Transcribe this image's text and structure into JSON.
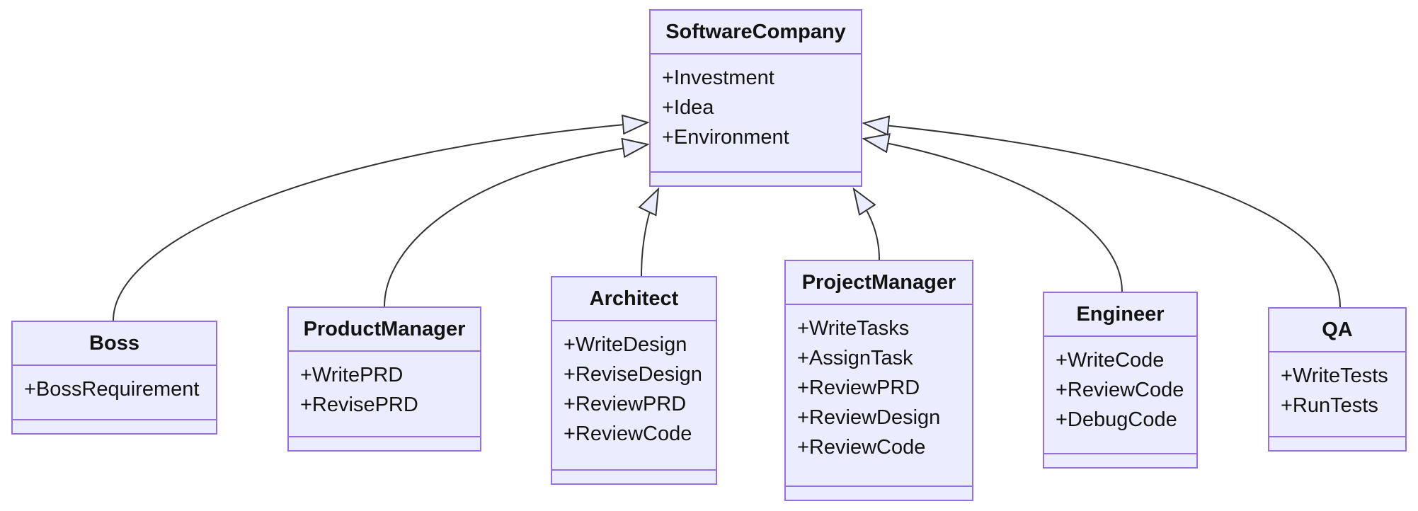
{
  "theme": {
    "node_fill": "#ECECFF",
    "node_border": "#9370DB",
    "edge_color": "#333333",
    "text_color": "#131313",
    "background": "#ffffff"
  },
  "diagram_type": "uml-class-diagram",
  "classes": [
    {
      "name": "SoftwareCompany",
      "attributes": [
        "+Investment",
        "+Idea",
        "+Environment"
      ],
      "methods": []
    },
    {
      "name": "Boss",
      "attributes": [
        "+BossRequirement"
      ],
      "methods": []
    },
    {
      "name": "ProductManager",
      "attributes": [
        "+WritePRD",
        "+RevisePRD"
      ],
      "methods": []
    },
    {
      "name": "Architect",
      "attributes": [
        "+WriteDesign",
        "+ReviseDesign",
        "+ReviewPRD",
        "+ReviewCode"
      ],
      "methods": []
    },
    {
      "name": "ProjectManager",
      "attributes": [
        "+WriteTasks",
        "+AssignTask",
        "+ReviewPRD",
        "+ReviewDesign",
        "+ReviewCode"
      ],
      "methods": []
    },
    {
      "name": "Engineer",
      "attributes": [
        "+WriteCode",
        "+ReviewCode",
        "+DebugCode"
      ],
      "methods": []
    },
    {
      "name": "QA",
      "attributes": [
        "+WriteTests",
        "+RunTests"
      ],
      "methods": []
    }
  ],
  "relationships": [
    {
      "from": "Boss",
      "to": "SoftwareCompany",
      "type": "inheritance"
    },
    {
      "from": "ProductManager",
      "to": "SoftwareCompany",
      "type": "inheritance"
    },
    {
      "from": "Architect",
      "to": "SoftwareCompany",
      "type": "inheritance"
    },
    {
      "from": "ProjectManager",
      "to": "SoftwareCompany",
      "type": "inheritance"
    },
    {
      "from": "Engineer",
      "to": "SoftwareCompany",
      "type": "inheritance"
    },
    {
      "from": "QA",
      "to": "SoftwareCompany",
      "type": "inheritance"
    }
  ]
}
